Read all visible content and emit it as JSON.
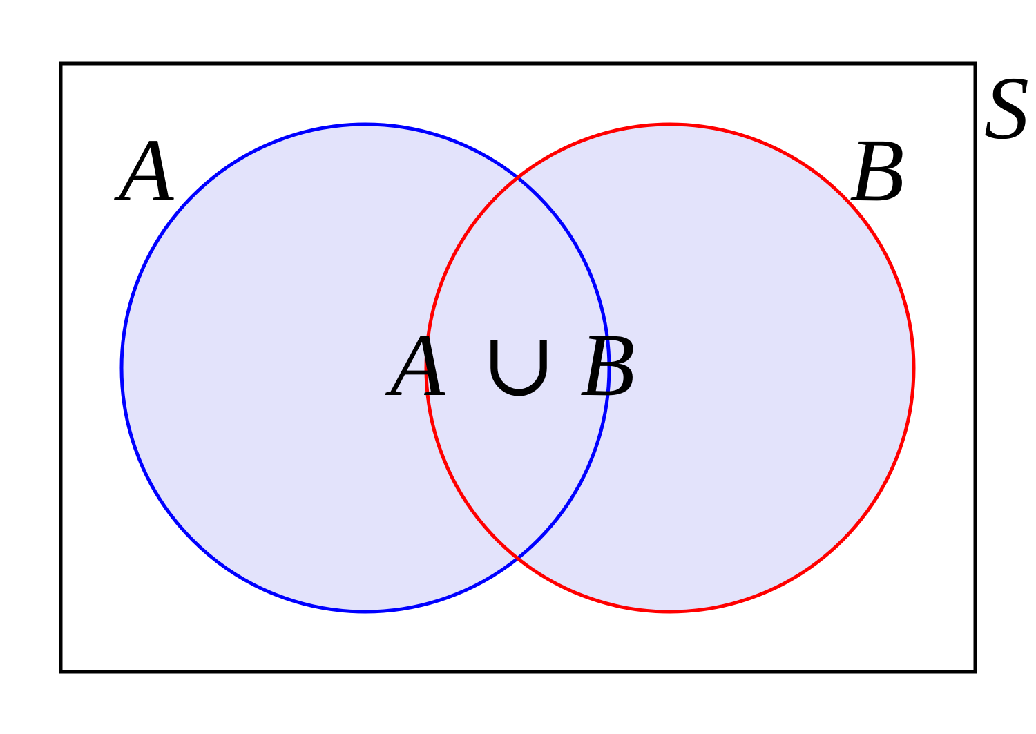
{
  "diagram": {
    "type": "venn",
    "universe_label": "S",
    "sets": [
      {
        "label": "A",
        "stroke_color": "#0000ff"
      },
      {
        "label": "B",
        "stroke_color": "#ff0000"
      }
    ],
    "region_fill_color": "#e3e3fb",
    "frame_color": "#000000",
    "shaded_region": {
      "left_operand": "A",
      "operator": "∪",
      "right_operand": "B"
    }
  }
}
